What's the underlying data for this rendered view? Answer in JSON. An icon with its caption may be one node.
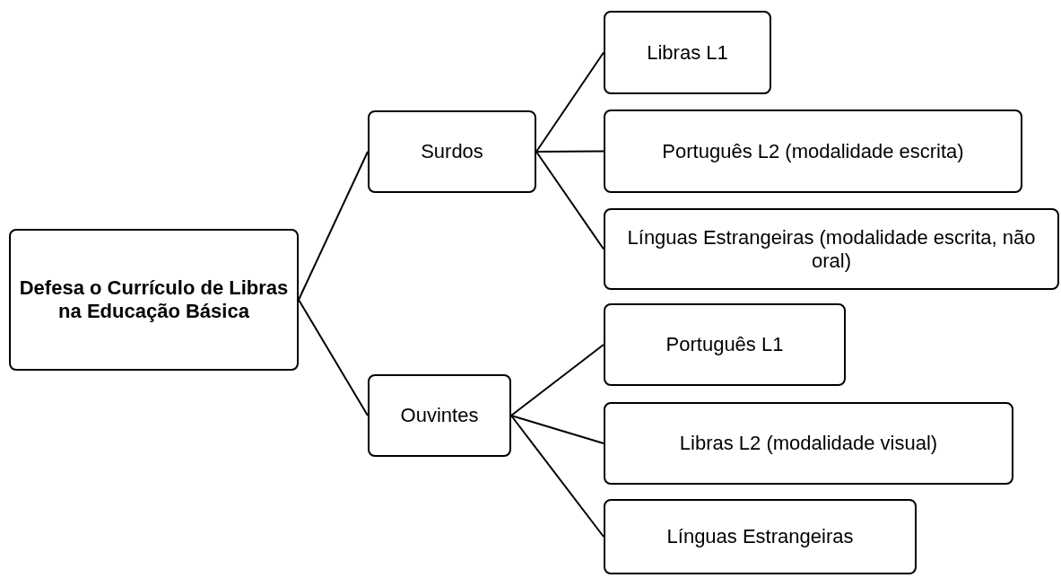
{
  "diagram": {
    "nodes": [
      {
        "text": [
          "Defesa o Currículo de Libras na Educação Básica"
        ]
      },
      {
        "text": [
          "Surdos"
        ]
      },
      {
        "text": [
          "Ouvintes"
        ]
      },
      {
        "text": [
          "Libras L1"
        ]
      },
      {
        "text": [
          "Português L2 (modalidade escrita)"
        ]
      },
      {
        "text": [
          "Línguas Estrangeiras (modalidade escrita, não oral)"
        ]
      },
      {
        "text": [
          "Português L1"
        ]
      },
      {
        "text": [
          "Libras L2 (modalidade visual)"
        ]
      },
      {
        "text": [
          "Línguas Estrangeiras"
        ]
      }
    ],
    "edges": [
      {
        "from": 0,
        "to": 1,
        "arrow": "none"
      },
      {
        "from": 0,
        "to": 2,
        "arrow": "none"
      },
      {
        "from": 1,
        "to": 3,
        "arrow": "none"
      },
      {
        "from": 1,
        "to": 4,
        "arrow": "none"
      },
      {
        "from": 1,
        "to": 5,
        "arrow": "none"
      },
      {
        "from": 2,
        "to": 6,
        "arrow": "none"
      },
      {
        "from": 2,
        "to": 7,
        "arrow": "none"
      },
      {
        "from": 2,
        "to": 8,
        "arrow": "none"
      }
    ]
  }
}
